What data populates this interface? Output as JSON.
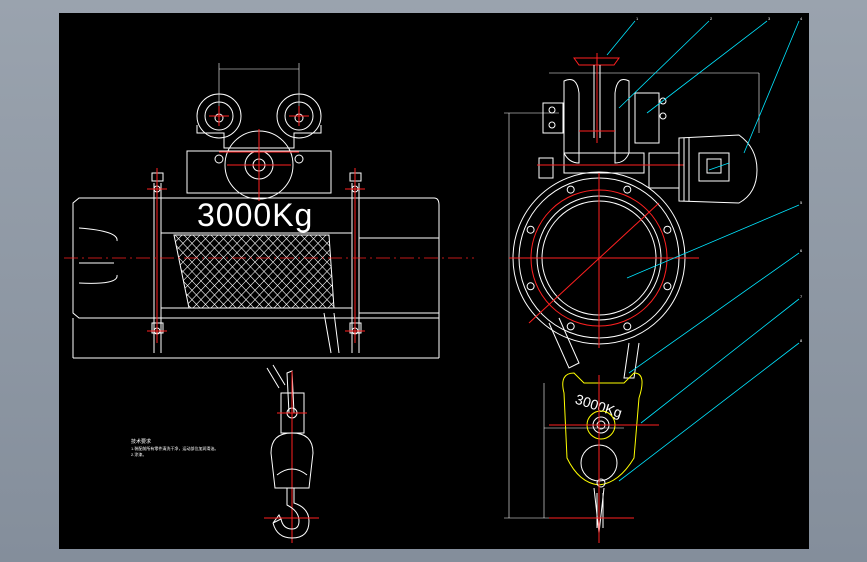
{
  "drawing": {
    "capacity_label_front": "3000Kg",
    "capacity_label_side": "3000Kg",
    "notes": {
      "heading": "技术要求",
      "line1": "1.装配前所有零件清洗干净，运动部位加润滑油。",
      "line2": "2.涂漆。"
    },
    "balloons": [
      "1",
      "2",
      "3",
      "4",
      "5",
      "6",
      "7",
      "8"
    ]
  },
  "colors": {
    "background": "#000000",
    "frame": "#8c96a3",
    "outline": "#ffffff",
    "centerline": "#ff2020",
    "leader": "#00e5ff",
    "hook_block": "#ffff00"
  }
}
